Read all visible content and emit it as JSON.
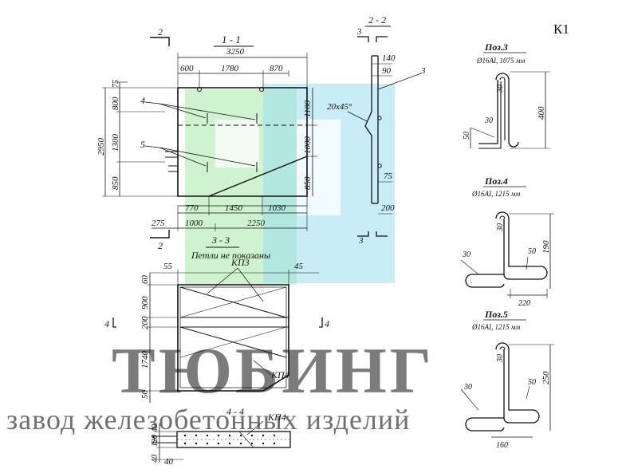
{
  "sheet_label": "К1",
  "watermark": {
    "brand": "ТЮБИНГ",
    "tagline": "завод железобетонных изделий",
    "logo_green": "#9fe6a0",
    "logo_cyan": "#93dcf0"
  },
  "section_1_1": {
    "title": "1 - 1",
    "overall_width": "3250",
    "top_dims": [
      "600",
      "1780",
      "870"
    ],
    "left_dims": [
      "75",
      "800",
      "1300",
      "850"
    ],
    "overall_height": "2950",
    "right_dims": [
      "1100",
      "1000",
      "850"
    ],
    "bottom_dims": [
      "770",
      "1450",
      "1030"
    ],
    "bottom_dims_2": [
      "1000",
      "2250"
    ],
    "offset": "275",
    "callouts": [
      "4",
      "5"
    ],
    "cut_marks": [
      "2",
      "2"
    ]
  },
  "section_2_2": {
    "title": "2 - 2",
    "cut_marks": [
      "3",
      "3"
    ],
    "dims": [
      "140",
      "90",
      "75",
      "200"
    ],
    "chamfer": "20x45°",
    "callout": "3"
  },
  "section_3_3": {
    "title": "3 - 3",
    "note": "Петли не показаны",
    "top_dims": [
      "55",
      "45"
    ],
    "left_dims": [
      "60",
      "900",
      "200",
      "1740",
      "50"
    ],
    "labels": [
      "КП3",
      "КП4"
    ],
    "cut_marks": [
      "4",
      "4"
    ]
  },
  "section_4_4": {
    "title": "4 - 4",
    "left_dims": [
      "40",
      "120",
      "40"
    ],
    "bottom_dim": "40",
    "label": "КП4"
  },
  "details": [
    {
      "title": "Поз.3",
      "spec": "Ø16AI, 1075 мм",
      "dims": [
        "30",
        "400",
        "30",
        "50"
      ]
    },
    {
      "title": "Поз.4",
      "spec": "Ø16AI, 1215 мм",
      "dims": [
        "30",
        "190",
        "30",
        "50",
        "220"
      ]
    },
    {
      "title": "Поз.5",
      "spec": "Ø16AI, 1215 мм",
      "dims": [
        "30",
        "250",
        "30",
        "50",
        "160"
      ]
    }
  ]
}
